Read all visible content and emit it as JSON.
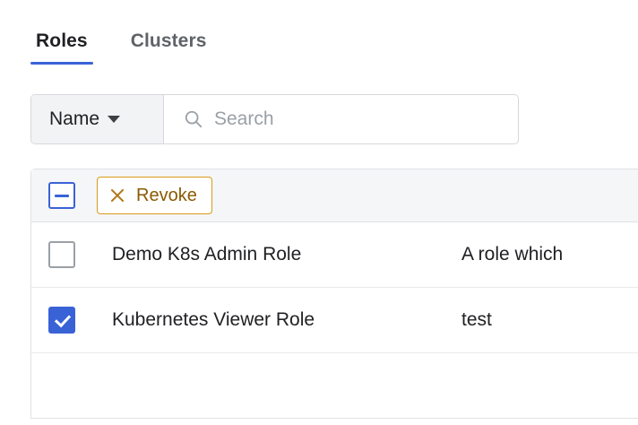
{
  "tabs": [
    {
      "label": "Roles",
      "active": true
    },
    {
      "label": "Clusters",
      "active": false
    }
  ],
  "filter": {
    "field_label": "Name",
    "caret_icon": "chevron-down-icon",
    "search_icon": "search-icon",
    "search_value": "",
    "search_placeholder": "Search"
  },
  "table": {
    "toolbar": {
      "select_all_state": "indeterminate",
      "revoke_label": "Revoke",
      "revoke_icon": "close-x-icon"
    },
    "rows": [
      {
        "checked": false,
        "name": "Demo K8s Admin Role",
        "description": "A role which"
      },
      {
        "checked": true,
        "name": "Kubernetes Viewer Role",
        "description": "test"
      },
      {
        "checked": false,
        "name": "",
        "description": ""
      }
    ]
  },
  "colors": {
    "accent": "#3a62d7",
    "warning_border": "#d99b1a",
    "warning_text": "#8a5a00"
  }
}
